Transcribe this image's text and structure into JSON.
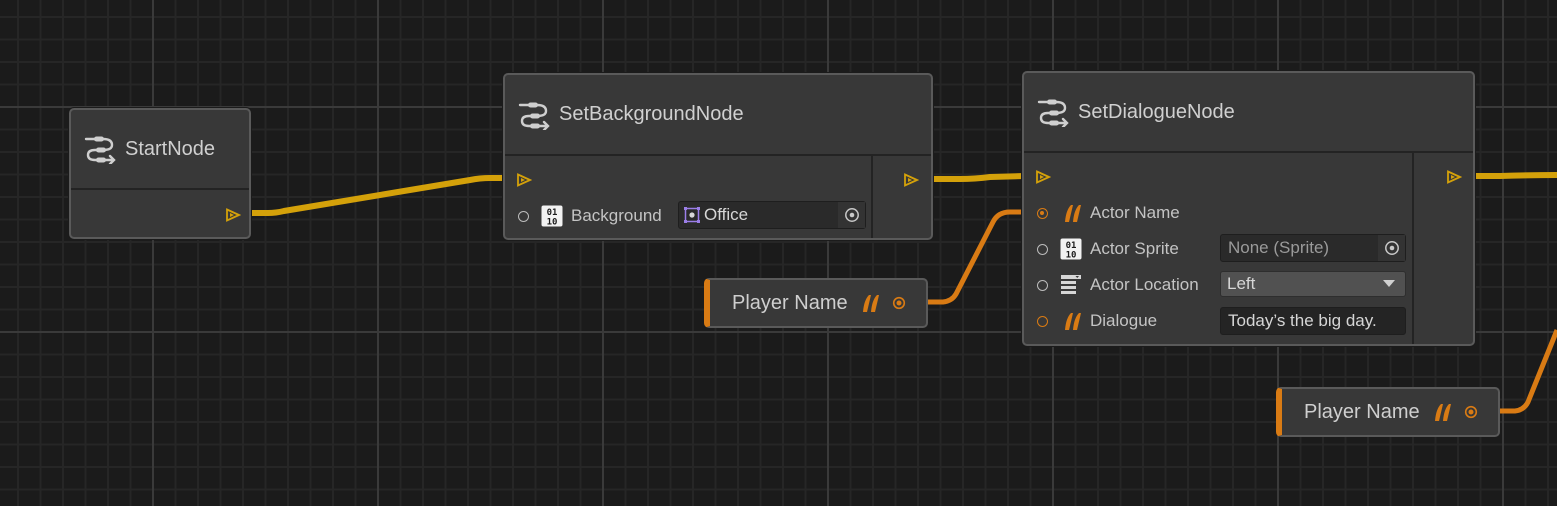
{
  "canvas": {
    "background": "#1b1b1b",
    "grid_minor_color": "#262626",
    "grid_major_color": "#3a3a3a"
  },
  "colors": {
    "exec_wire": "#d4a10a",
    "string_wire": "#d97b14",
    "node_body": "#383838",
    "node_border": "#5a5a5a"
  },
  "nodes": {
    "start": {
      "title": "StartNode",
      "icon": "flow-icon",
      "output_exec": "exec-out-pin"
    },
    "set_background": {
      "title": "SetBackgroundNode",
      "icon": "flow-icon",
      "input_exec": "exec-in-pin",
      "output_exec": "exec-out-pin",
      "fields": [
        {
          "label": "Background",
          "type_icon": "object-binary-icon",
          "value": "Office",
          "value_icon": "sprite-asset-icon",
          "picker_icon": "object-picker-icon"
        }
      ]
    },
    "set_dialogue": {
      "title": "SetDialogueNode",
      "icon": "flow-icon",
      "input_exec": "exec-in-pin",
      "output_exec": "exec-out-pin",
      "fields": [
        {
          "label": "Actor Name",
          "type_icon": "string-quote-icon",
          "connected": true
        },
        {
          "label": "Actor Sprite",
          "type_icon": "object-binary-icon",
          "value": "None (Sprite)",
          "picker_icon": "object-picker-icon"
        },
        {
          "label": "Actor Location",
          "type_icon": "enum-list-icon",
          "value": "Left",
          "dropdown_icon": "dropdown-arrow-icon"
        },
        {
          "label": "Dialogue",
          "type_icon": "string-quote-icon",
          "value": "Today’s the big day."
        }
      ]
    }
  },
  "variables": [
    {
      "label": "Player Name",
      "type_icon": "string-quote-icon",
      "output_pin": "string-out-pin"
    },
    {
      "label": "Player Name",
      "type_icon": "string-quote-icon",
      "output_pin": "string-out-pin"
    }
  ]
}
